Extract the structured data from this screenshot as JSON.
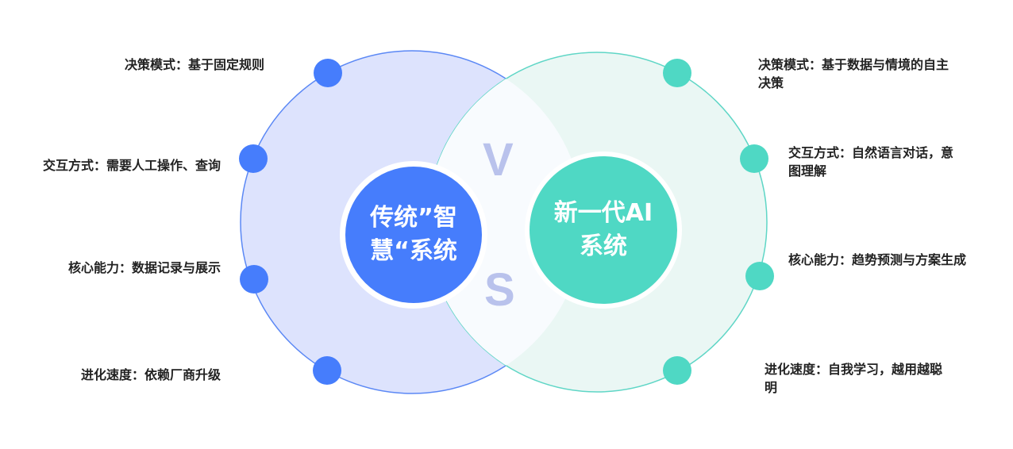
{
  "left": {
    "title": "传统”智慧“系统",
    "color": "#467dfc",
    "items": [
      "决策模式：基于固定规则",
      "交互方式：需要人工操作、查询",
      "核心能力：数据记录与展示",
      "进化速度：依赖厂商升级"
    ]
  },
  "right": {
    "title": "新一代AI系统",
    "color": "#4fd8c4",
    "items": [
      "决策模式：基于数据与情境的自主决策",
      "交互方式：自然语言对话，意图理解",
      "核心能力：趋势预测与方案生成",
      "进化速度：自我学习，越用越聪明"
    ]
  },
  "vs": {
    "v": "V",
    "s": "S"
  }
}
